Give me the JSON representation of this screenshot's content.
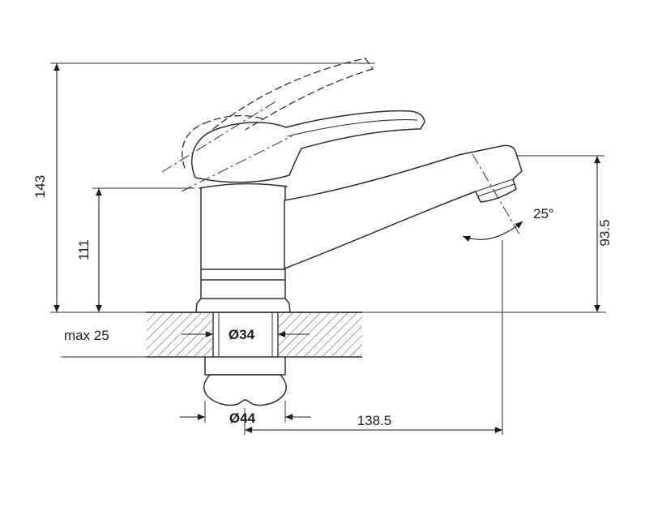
{
  "diagram": {
    "labels": {
      "total_height": "143",
      "body_height": "111",
      "deck_thickness": "max 25",
      "hole_diameter": "Ø34",
      "nut_diameter": "Ø44",
      "spout_reach": "138.5",
      "spout_angle": "25°",
      "outlet_height": "93.5"
    },
    "colors": {
      "line": "#2f2f2f",
      "dimension_line": "#1c1c1c",
      "background": "#ffffff"
    }
  }
}
